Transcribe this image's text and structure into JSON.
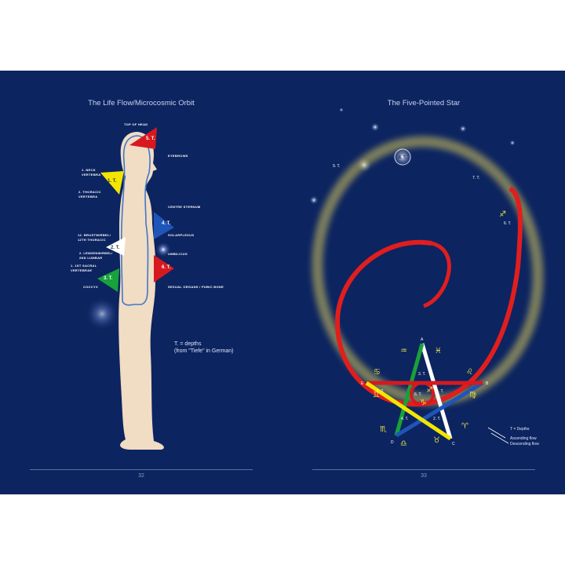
{
  "left": {
    "title": "The Life Flow/Microcosmic Orbit",
    "page_number": "32",
    "labels": {
      "top_of_head": "TOP OF HEAD",
      "eyebrows": "EYEBROWS",
      "neck": [
        "1. NECK",
        "VERTEBRA"
      ],
      "thoracic": [
        "2. THORACIC",
        "VERTEBRA"
      ],
      "centre_sternum": "CENTRE STERNUM",
      "brustwirbel": [
        "12. BRUSTWIRBEL/",
        "12TH THORACIC"
      ],
      "solarplexus": "SOLARPLEXUS",
      "lendenwirbel": [
        "2. LENDENWIRBEL/",
        "2ND LUMBAR"
      ],
      "umbilicus": "UMBILICUS",
      "sacral": [
        "1. 1ST SACRAL",
        "VERTEBRAE"
      ],
      "coccyx": "COCCYX",
      "sexual": "SEXUAL ORGANS / PUBIC BONE"
    },
    "depths": [
      {
        "label": "1. T.",
        "color": "#f2e600"
      },
      {
        "label": "2. T.",
        "color": "#ffffff"
      },
      {
        "label": "3. T.",
        "color": "#17a23a"
      },
      {
        "label": "4. T.",
        "color": "#1e55b8"
      },
      {
        "label": "5. T.",
        "color": "#d7191f"
      },
      {
        "label": "6. T.",
        "color": "#d7191f"
      }
    ],
    "note": [
      "T. = depths",
      "(from \"Tiefe\" in German)"
    ]
  },
  "right": {
    "title": "The Five-Pointed Star",
    "page_number": "33",
    "orbit_labels": {
      "t7": "7. T.",
      "t8": "8. T.",
      "t9": "9. T.",
      "t6": "6. T."
    },
    "points": {
      "a": "A",
      "b": "B",
      "c": "C",
      "d": "D",
      "e": "E"
    },
    "star_depths": [
      "1. T.",
      "2. T.",
      "3. T.",
      "4. T.",
      "5. T.",
      "6. T."
    ],
    "legend": {
      "depths": "T = Depths",
      "ascending": "Ascending flow",
      "descending": "Descending flow"
    }
  },
  "colors": {
    "background": "#0c2460",
    "body": "#f1dcc4",
    "zodiac": "#e6e04a",
    "orbit_red": "#e01e1e",
    "orbit_gold": "#d8c85a"
  }
}
